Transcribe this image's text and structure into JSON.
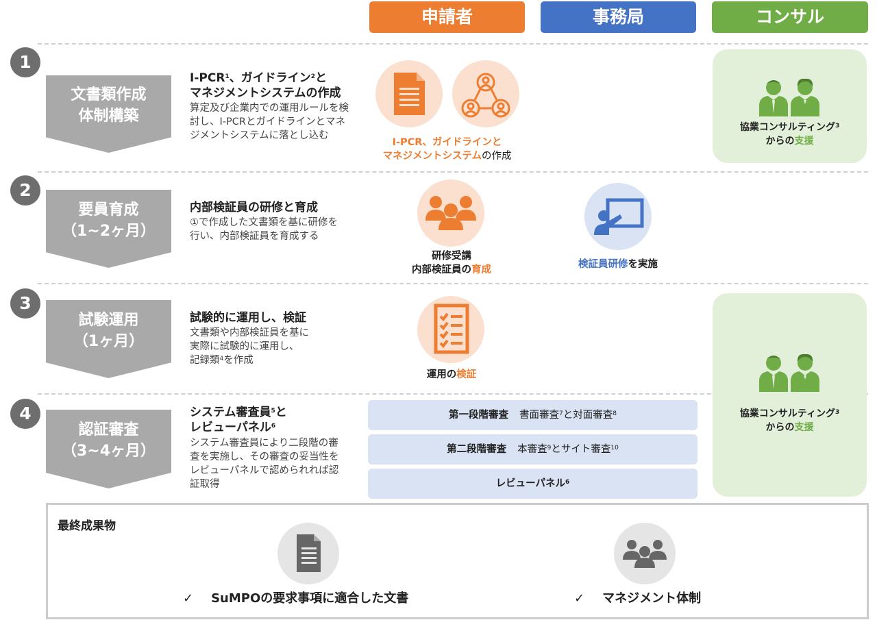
{
  "columns": {
    "applicant": {
      "label": "申請者",
      "color": "#ed7d31"
    },
    "secretariat": {
      "label": "事務局",
      "color": "#4472c4"
    },
    "consultant": {
      "label": "コンサル",
      "color": "#70ad47"
    }
  },
  "steps": [
    {
      "number": "1",
      "chevron": [
        "文書類作成",
        "体制構築"
      ],
      "title": [
        "I-PCR",
        "1",
        "、ガイドライン",
        "2",
        "と",
        "マネジメントシステムの作成"
      ],
      "desc": "算定及び企業内での運用ルールを検討し、I-PCRとガイドラインとマネジメントシステムに落とし込む",
      "caption": [
        "I-PCR、ガイドラインと",
        "マネジメントシステム",
        "の作成"
      ],
      "icons": [
        "document-icon",
        "people-network-icon"
      ]
    },
    {
      "number": "2",
      "chevron": [
        "要員育成",
        "（1~2ヶ月）"
      ],
      "title": [
        "内部検証員の研修と育成"
      ],
      "desc": "①で作成した文書類を基に研修を行い、内部検証員を育成する",
      "caption_applicant": [
        "研修受講",
        "内部検証員の",
        "育成"
      ],
      "caption_secretariat": [
        "検証員研修",
        "を実施"
      ],
      "icons": [
        "group-icon",
        "presentation-icon"
      ]
    },
    {
      "number": "3",
      "chevron": [
        "試験運用",
        "（1ヶ月）"
      ],
      "title": [
        "試験的に運用し、検証"
      ],
      "desc_lines": [
        "文書類や内部検証員を基に",
        "実際に試験的に運用し、",
        "記録類",
        "4",
        "を作成"
      ],
      "caption": [
        "運用の",
        "検証"
      ],
      "icons": [
        "checklist-icon"
      ]
    },
    {
      "number": "4",
      "chevron": [
        "認証審査",
        "（3~4ヶ月）"
      ],
      "title": [
        "システム審査員",
        "5",
        "と",
        "レビューパネル",
        "6"
      ],
      "desc": "システム審査員により二段階の審査を実施し、その審査の妥当性をレビューパネルで認められれば認証取得",
      "reviews": [
        {
          "bold": "第一段階審査",
          "text": [
            "書面審査",
            "7",
            "と対面審査",
            "8"
          ]
        },
        {
          "bold": "第二段階審査",
          "text": [
            "本審査",
            "9",
            "とサイト審査",
            "10"
          ]
        },
        {
          "bold": "レビューパネル",
          "text": [
            "6"
          ]
        }
      ]
    }
  ],
  "consult": {
    "caption": [
      "協業コンサルティング",
      "3",
      "からの",
      "支援"
    ]
  },
  "final": {
    "title": "最終成果物",
    "check": "✓",
    "items": [
      "SuMPOの要求事項に適合した文書",
      "マネジメント体制"
    ]
  }
}
